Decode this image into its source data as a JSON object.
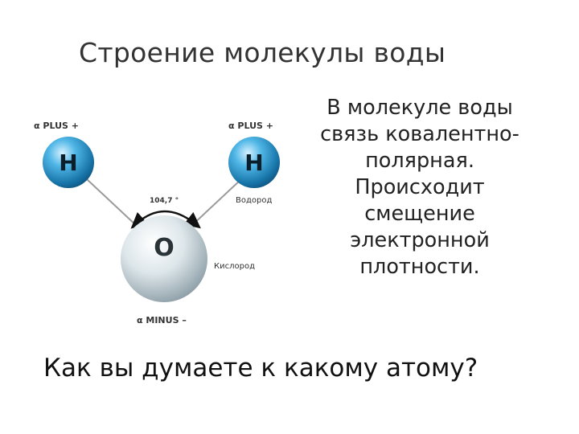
{
  "slide": {
    "title": "Строение молекулы воды",
    "text_lines": [
      "В молекуле воды",
      "связь ковалентно-",
      "полярная.",
      "Происходит",
      "смещение",
      "электронной",
      "плотности."
    ],
    "question": "Как вы думаете к какому атому?"
  },
  "diagram": {
    "hydrogen_left": {
      "symbol": "H",
      "charge_label": "α PLUS +"
    },
    "hydrogen_right": {
      "symbol": "H",
      "charge_label": "α PLUS +",
      "name_label": "Водород"
    },
    "oxygen": {
      "symbol": "O",
      "charge_label": "α MINUS –",
      "name_label": "Кислород"
    },
    "bond_angle": "104,7 °",
    "colors": {
      "hydrogen": "#1e88b8",
      "oxygen": "#b9c6cc",
      "bond": "#9a9a9a",
      "label": "#333333"
    }
  }
}
